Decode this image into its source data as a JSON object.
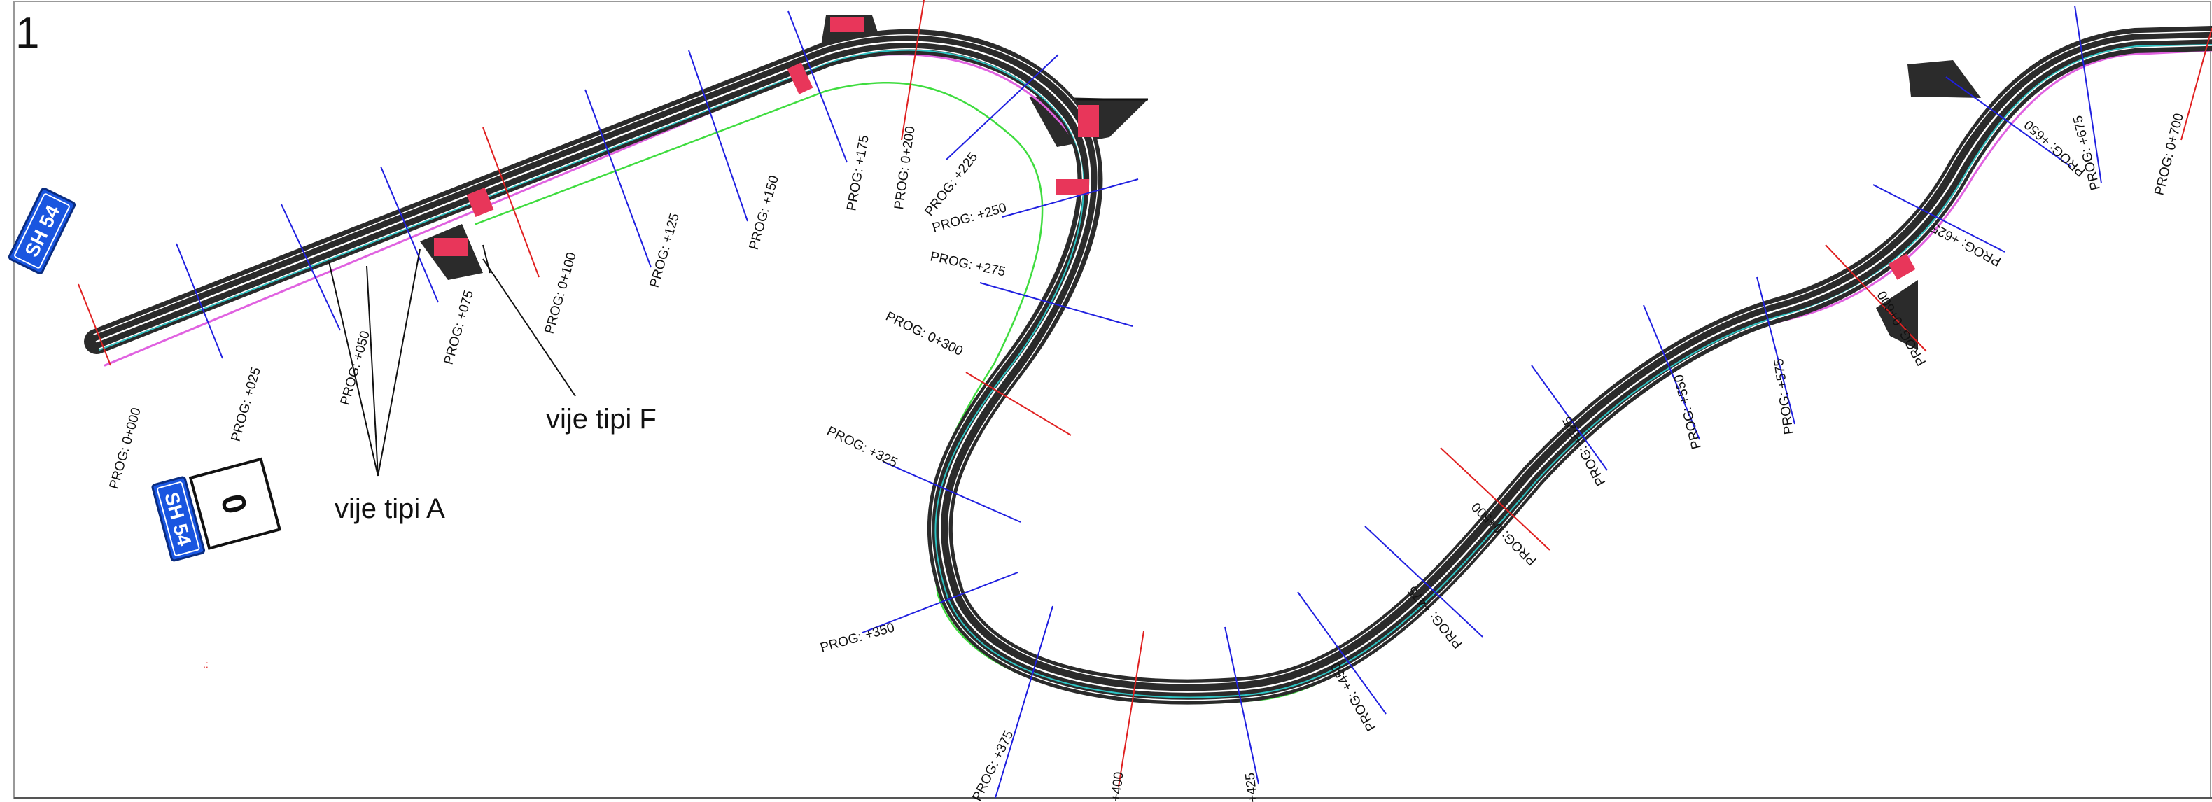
{
  "sheet": {
    "number": "1"
  },
  "colors": {
    "asphalt": "#2b2b2b",
    "lane_marking": "#ffffff",
    "edge_cyan": "#2ec4c4",
    "edge_magenta": "#e062e0",
    "edge_green": "#3fdc3f",
    "chainage_blue": "#2020e0",
    "chainage_red": "#e02020",
    "crossing": "#e8365a",
    "sign_blue": "#1a56e0"
  },
  "annotations": {
    "type_a": "vije tipi A",
    "type_f": "vije tipi F"
  },
  "signs": {
    "road_code": "SH 54",
    "km_marker": "0"
  },
  "chainages": [
    {
      "label": "PROG: 0+000",
      "kind": "main"
    },
    {
      "label": "PROG: +025",
      "kind": "sub"
    },
    {
      "label": "PROG: +050",
      "kind": "sub"
    },
    {
      "label": "PROG: +075",
      "kind": "sub"
    },
    {
      "label": "PROG: 0+100",
      "kind": "main"
    },
    {
      "label": "PROG: +125",
      "kind": "sub"
    },
    {
      "label": "PROG: +150",
      "kind": "sub"
    },
    {
      "label": "PROG: +175",
      "kind": "sub"
    },
    {
      "label": "PROG: 0+200",
      "kind": "main"
    },
    {
      "label": "PROG: +225",
      "kind": "sub"
    },
    {
      "label": "PROG: +250",
      "kind": "sub"
    },
    {
      "label": "PROG: +275",
      "kind": "sub"
    },
    {
      "label": "PROG: 0+300",
      "kind": "main"
    },
    {
      "label": "PROG: +325",
      "kind": "sub"
    },
    {
      "label": "PROG: +350",
      "kind": "sub"
    },
    {
      "label": "PROG: +375",
      "kind": "sub"
    },
    {
      "label": "+400",
      "kind": "main"
    },
    {
      "label": "+425",
      "kind": "sub"
    },
    {
      "label": "PROG: +450",
      "kind": "sub"
    },
    {
      "label": "PROG: +475",
      "kind": "sub"
    },
    {
      "label": "PROG: 0+500",
      "kind": "main"
    },
    {
      "label": "PROG: +525",
      "kind": "sub"
    },
    {
      "label": "PROG: +550",
      "kind": "sub"
    },
    {
      "label": "PROG: +575",
      "kind": "sub"
    },
    {
      "label": "PROG: 0+600",
      "kind": "main"
    },
    {
      "label": "PROG: +625",
      "kind": "sub"
    },
    {
      "label": "PROG: +650",
      "kind": "sub"
    },
    {
      "label": "PROG: +675",
      "kind": "sub"
    },
    {
      "label": "PROG: 0+700",
      "kind": "main"
    }
  ]
}
